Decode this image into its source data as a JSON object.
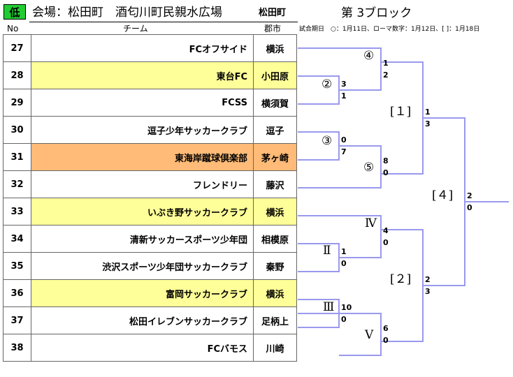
{
  "header": {
    "badge": "低",
    "title": "会場：松田町　酒匂川町民親水広場",
    "city": "松田町",
    "block": "第 3ブロック"
  },
  "columns": {
    "no": "No",
    "team": "チーム",
    "city": "郡市"
  },
  "note": "試合期日　○：1月11日、ローマ数字：1月12日、[ ]：1月18日",
  "colors": {
    "badge": "#22cc33",
    "yellow": "#ffff99",
    "orange": "#ffbb77",
    "bracket": "#9999ee"
  },
  "teams": [
    {
      "no": "27",
      "name": "FCオフサイド",
      "city": "横浜",
      "hl": ""
    },
    {
      "no": "28",
      "name": "東台FC",
      "city": "小田原",
      "hl": "yellow"
    },
    {
      "no": "29",
      "name": "FCSS",
      "city": "横須賀",
      "hl": ""
    },
    {
      "no": "30",
      "name": "逗子少年サッカークラブ",
      "city": "逗子",
      "hl": ""
    },
    {
      "no": "31",
      "name": "東海岸蹴球倶楽部",
      "city": "茅ヶ崎",
      "hl": "orange"
    },
    {
      "no": "32",
      "name": "フレンドリー",
      "city": "藤沢",
      "hl": ""
    },
    {
      "no": "33",
      "name": "いぶき野サッカークラブ",
      "city": "横浜",
      "hl": "yellow"
    },
    {
      "no": "34",
      "name": "清新サッカースポーツ少年団",
      "city": "相模原",
      "hl": ""
    },
    {
      "no": "35",
      "name": "渋沢スポーツ少年団サッカークラブ",
      "city": "秦野",
      "hl": ""
    },
    {
      "no": "36",
      "name": "富岡サッカークラブ",
      "city": "横浜",
      "hl": "yellow"
    },
    {
      "no": "37",
      "name": "松田イレブンサッカークラブ",
      "city": "足柄上",
      "hl": ""
    },
    {
      "no": "38",
      "name": "FCバモス",
      "city": "川崎",
      "hl": ""
    }
  ],
  "matches": [
    {
      "label": "②",
      "top": "3",
      "bottom": "1"
    },
    {
      "label": "④",
      "top": "1",
      "bottom": "2"
    },
    {
      "label": "③",
      "top": "0",
      "bottom": "7"
    },
    {
      "label": "⑤",
      "top": "8",
      "bottom": "0"
    },
    {
      "label": "[１]",
      "top": "1",
      "bottom": "3"
    },
    {
      "label": "Ⅱ",
      "top": "1",
      "bottom": "0"
    },
    {
      "label": "Ⅳ",
      "top": "4",
      "bottom": "0"
    },
    {
      "label": "Ⅲ",
      "top": "10",
      "bottom": "0"
    },
    {
      "label": "Ⅴ",
      "top": "6",
      "bottom": "0"
    },
    {
      "label": "[２]",
      "top": "2",
      "bottom": "3"
    },
    {
      "label": "[４]",
      "top": "2",
      "bottom": "0"
    }
  ]
}
